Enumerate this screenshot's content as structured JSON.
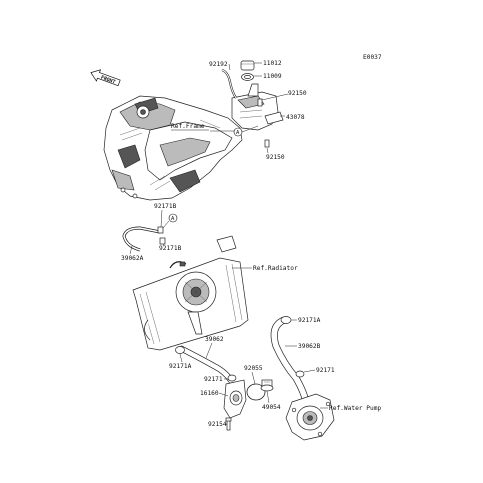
{
  "diagram_code": "E0037",
  "front_marker": "FRONT",
  "callouts": {
    "p92192": "92192",
    "p11012": "11012",
    "p11009": "11009",
    "p92150a": "92150",
    "p43078": "43078",
    "p92150b": "92150",
    "p92171b_top": "92171B",
    "p92171b_bot": "92171B",
    "p39062a": "39062A",
    "p92171a_right": "92171A",
    "p39062b": "39062B",
    "p39062": "39062",
    "p92171a_left": "92171A",
    "p92055": "92055",
    "p92171_mid": "92171",
    "p92171_right": "92171",
    "p16160": "16160",
    "p49054": "49054",
    "p92154": "92154"
  },
  "refs": {
    "frame": "Ref.Frame",
    "radiator": "Ref.Radiator",
    "water_pump": "Ref.Water Pump"
  },
  "connectors": {
    "a_top": "A",
    "a_bottom": "A"
  }
}
